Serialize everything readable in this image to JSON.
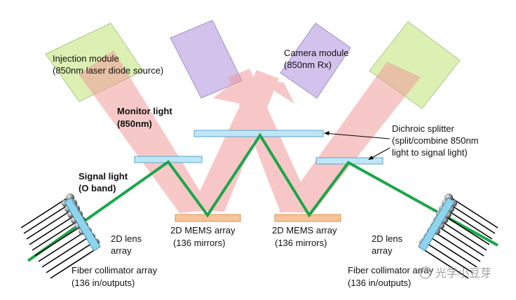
{
  "labels": {
    "injection_1": "Injection module",
    "injection_2": "(850nm laser diode source)",
    "camera_1": "Camera module",
    "camera_2": "(850nm Rx)",
    "monitor_1": "Monitor light",
    "monitor_2": "(850nm)",
    "signal_1": "Signal light",
    "signal_2": "(O band)",
    "dichroic_1": "Dichroic splitter",
    "dichroic_2": "(split/combine 850nm",
    "dichroic_3": "light to signal light)",
    "mems_left_1": "2D MEMS  array",
    "mems_left_2": "(136 mirrors)",
    "mems_right_1": "2D MEMS  array",
    "mems_right_2": "(136 mirrors)",
    "lens_left_1": "2D lens",
    "lens_left_2": "array",
    "lens_right_1": "2D lens",
    "lens_right_2": "array",
    "fiber_left_1": "Fiber collimator array",
    "fiber_left_2": "(136 in/outputs)",
    "fiber_right_1": "Fiber collimator array",
    "fiber_right_2": "(136 in/outputs)",
    "watermark": "光学小豆芽"
  },
  "colors": {
    "beam": "#f4a6a6",
    "signal_path": "#1aa64a",
    "injection_module": "#dcf0b4",
    "camera_module": "#d2c2ec",
    "splitter": "#bfe6f5",
    "mems": "#f8c49a",
    "lens": "#8fd4ec"
  }
}
